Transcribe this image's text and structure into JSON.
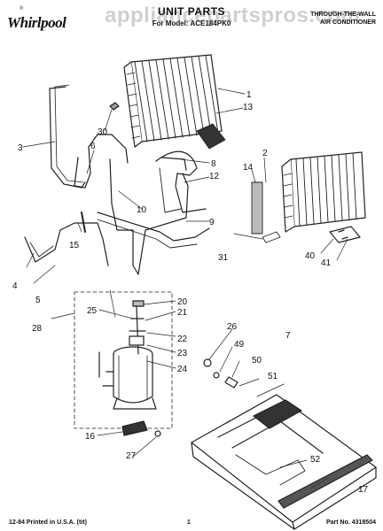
{
  "header": {
    "brand": "Whirlpool",
    "brand_mark": "®",
    "title": "UNIT PARTS",
    "model": "For Model: ACE184PK0",
    "product_line1": "THROUGH-THE-WALL",
    "product_line2": "AIR CONDITIONER"
  },
  "watermark": "appliancepartspros.com",
  "callouts": {
    "c1": "1",
    "c2": "2",
    "c3": "3",
    "c4": "4",
    "c5": "5",
    "c6": "6",
    "c7": "7",
    "c8": "8",
    "c9": "9",
    "c10": "10",
    "c12": "12",
    "c13": "13",
    "c14": "14",
    "c15": "15",
    "c16": "16",
    "c17": "17",
    "c20": "20",
    "c21": "21",
    "c22": "22",
    "c23": "23",
    "c24": "24",
    "c25": "25",
    "c26": "26",
    "c27": "27",
    "c28": "28",
    "c30": "30",
    "c31": "31",
    "c40": "40",
    "c41": "41",
    "c49": "49",
    "c50": "50",
    "c51": "51",
    "c52": "52"
  },
  "footer": {
    "printed": "12-84 Printed in U.S.A. (tit)",
    "page": "1",
    "part_no": "Part No. 4318504"
  }
}
